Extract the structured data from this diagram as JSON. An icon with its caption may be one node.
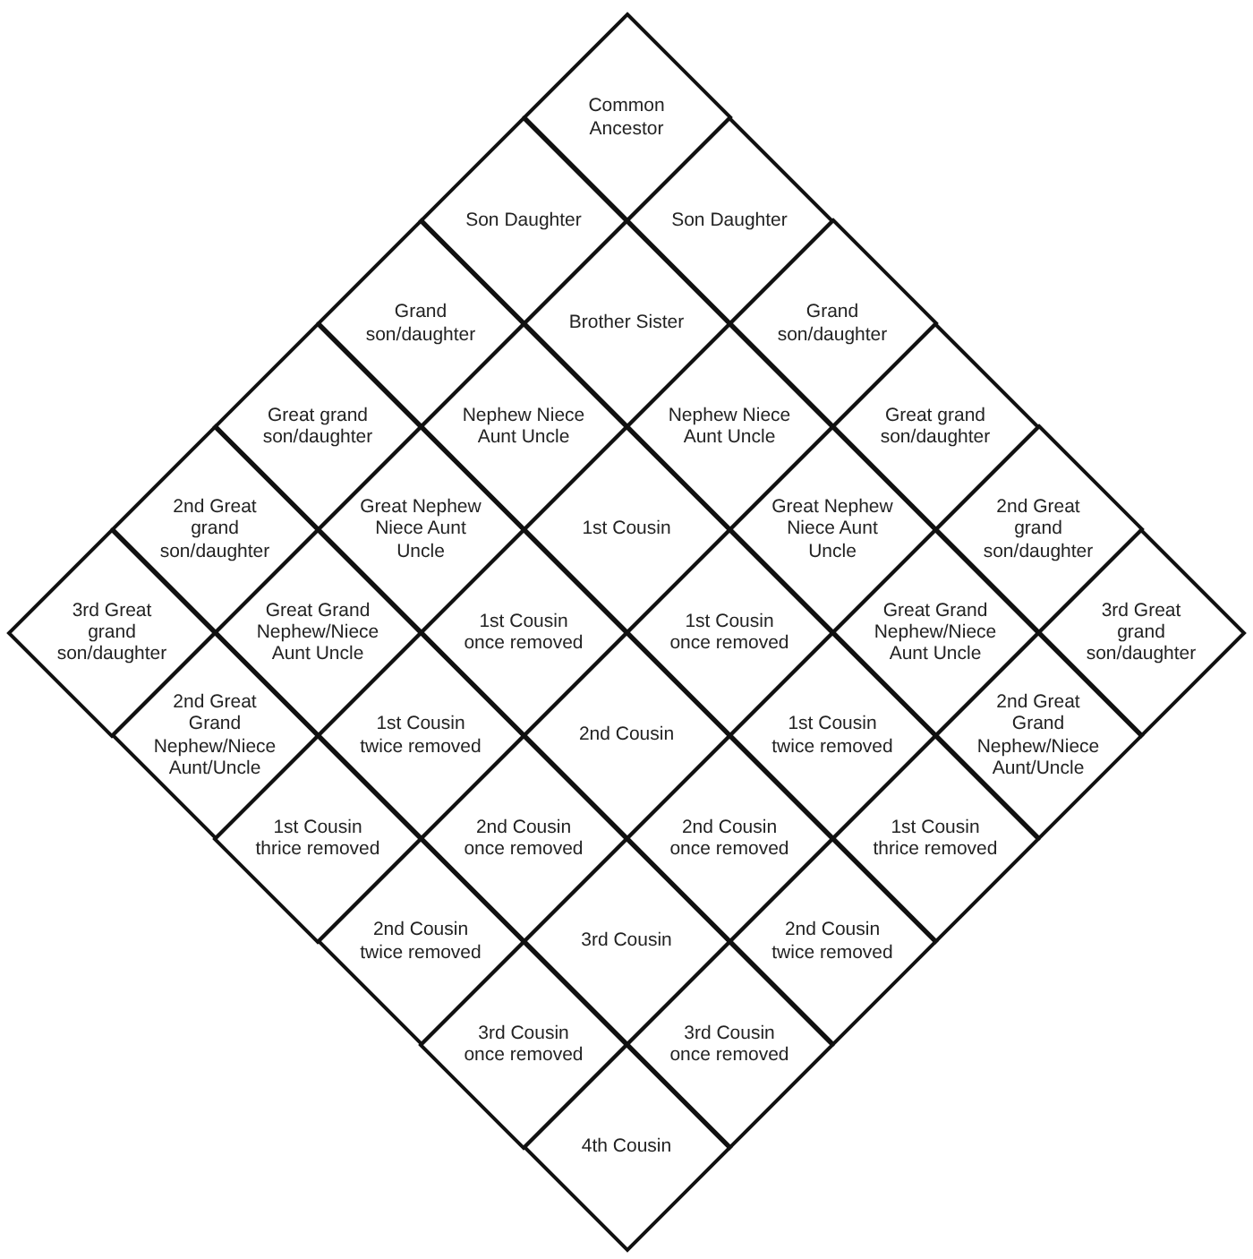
{
  "diagram": {
    "nodes": [
      {
        "text": [
          "Common Ancestor"
        ]
      },
      {
        "text": [
          "Son Daughter"
        ]
      },
      {
        "text": [
          "Son Daughter"
        ]
      },
      {
        "text": [
          "Grand son/daughter"
        ]
      },
      {
        "text": [
          "Brother Sister"
        ]
      },
      {
        "text": [
          "Grand son/daughter"
        ]
      },
      {
        "text": [
          "Great grand son/daughter"
        ]
      },
      {
        "text": [
          "Nephew Niece Aunt Uncle"
        ]
      },
      {
        "text": [
          "Nephew Niece Aunt Uncle"
        ]
      },
      {
        "text": [
          "Great grand son/daughter"
        ]
      },
      {
        "text": [
          "2nd Great grand son/daughter"
        ]
      },
      {
        "text": [
          "Great Nephew Niece Aunt Uncle"
        ]
      },
      {
        "text": [
          "1st Cousin"
        ]
      },
      {
        "text": [
          "Great Nephew Niece Aunt Uncle"
        ]
      },
      {
        "text": [
          "2nd Great grand son/daughter"
        ]
      },
      {
        "text": [
          "3rd Great grand son/daughter"
        ]
      },
      {
        "text": [
          "Great Grand Nephew/Niece Aunt Uncle"
        ]
      },
      {
        "text": [
          "1st Cousin once removed"
        ]
      },
      {
        "text": [
          "1st Cousin once removed"
        ]
      },
      {
        "text": [
          "Great Grand Nephew/Niece Aunt Uncle"
        ]
      },
      {
        "text": [
          "3rd Great grand son/daughter"
        ]
      },
      {
        "text": [
          "2nd Great Grand Nephew/Niece Aunt/Uncle"
        ]
      },
      {
        "text": [
          "1st Cousin twice removed"
        ]
      },
      {
        "text": [
          "2nd Cousin"
        ]
      },
      {
        "text": [
          "1st Cousin twice removed"
        ]
      },
      {
        "text": [
          "2nd Great Grand Nephew/Niece Aunt/Uncle"
        ]
      },
      {
        "text": [
          "1st Cousin thrice removed"
        ]
      },
      {
        "text": [
          "2nd Cousin once removed"
        ]
      },
      {
        "text": [
          "2nd Cousin once removed"
        ]
      },
      {
        "text": [
          "1st Cousin thrice removed"
        ]
      },
      {
        "text": [
          "2nd Cousin twice removed"
        ]
      },
      {
        "text": [
          "3rd Cousin"
        ]
      },
      {
        "text": [
          "2nd Cousin twice removed"
        ]
      },
      {
        "text": [
          "3rd Cousin once removed"
        ]
      },
      {
        "text": [
          "3rd Cousin once removed"
        ]
      },
      {
        "text": [
          "4th Cousin"
        ]
      }
    ]
  }
}
